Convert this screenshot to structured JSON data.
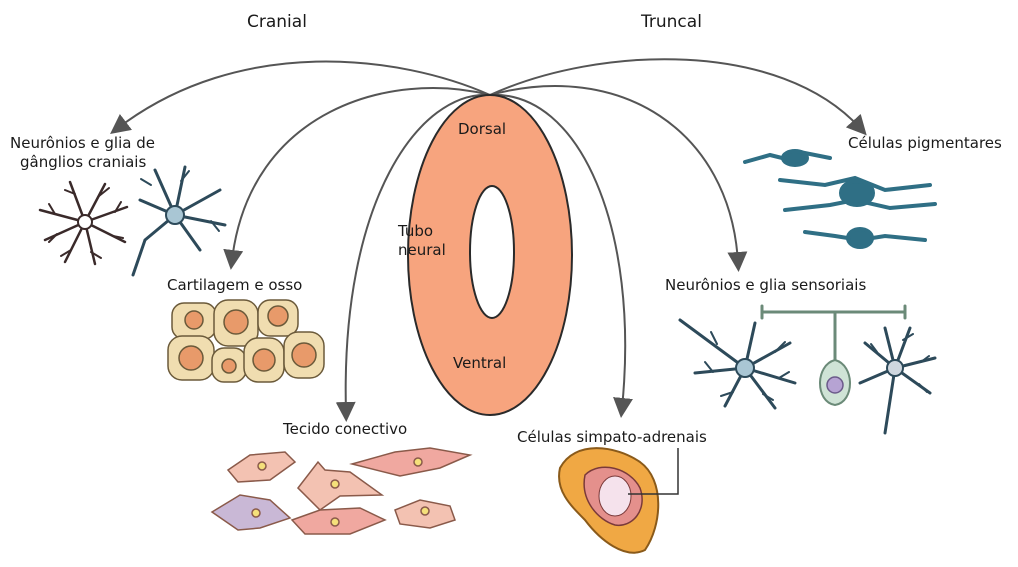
{
  "headers": {
    "cranial": "Cranial",
    "truncal": "Truncal"
  },
  "tube": {
    "dorsal": "Dorsal",
    "ventral": "Ventral",
    "name_line1": "Tubo",
    "name_line2": "neural"
  },
  "derivatives": {
    "cranial_neurons_line1": "Neurônios e glia de",
    "cranial_neurons_line2": "gânglios craniais",
    "cartilage": "Cartilagem e osso",
    "connective": "Tecido conectivo",
    "sympatho": "Células simpato-adrenais",
    "sensory": "Neurônios e glia sensoriais",
    "pigment": "Células pigmentares"
  },
  "colors": {
    "tube_fill": "#f7a47e",
    "arrow": "#555555",
    "cartilage_fill": "#f0ddb0",
    "cartilage_nucleus": "#e89a6a",
    "connective_fill": "#f3c2b2",
    "pigment_fill": "#2f6f85",
    "neuron_dark": "#3a2a2a",
    "neuron_blue": "#2d4a5a",
    "adrenal_outer": "#f0a844",
    "adrenal_inner": "#e4908c"
  }
}
